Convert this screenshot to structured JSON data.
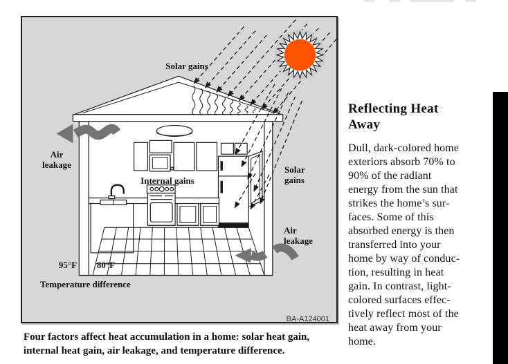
{
  "page": {
    "background": "#ffffff"
  },
  "figure": {
    "background": "#d7d7d7",
    "border_color": "#1a1a1a",
    "sun_color": "#ff5300",
    "arrow_color": "#737373",
    "labels": {
      "solar_gains_top": "Solar gains",
      "air_leakage_left": "Air\nleakage",
      "internal_gains": "Internal gains",
      "solar_gains_right": "Solar\ngains",
      "air_leakage_right": "Air\nleakage",
      "temp_outside": "95°F",
      "temp_inside": "80°F",
      "temperature_difference": "Temperature difference",
      "figure_id": "BA-A124001"
    },
    "caption": "Four factors affect heat accumulation in a home: solar heat gain,\ninternal heat gain, air leakage, and temperature difference."
  },
  "sidebar": {
    "heading": "Reflecting Heat\nAway",
    "body": "Dull, dark-colored home\nexteriors absorb 70% to\n90% of the radiant\nenergy from the sun that\nstrikes the home’s sur-\nfaces. Some of this\nabsorbed energy is then\ntransferred into your\nhome by way of conduc-\ntion, resulting in heat\ngain. In contrast, light-\ncolored surfaces effec-\ntively reflect most of the\nheat away from your\nhome."
  }
}
